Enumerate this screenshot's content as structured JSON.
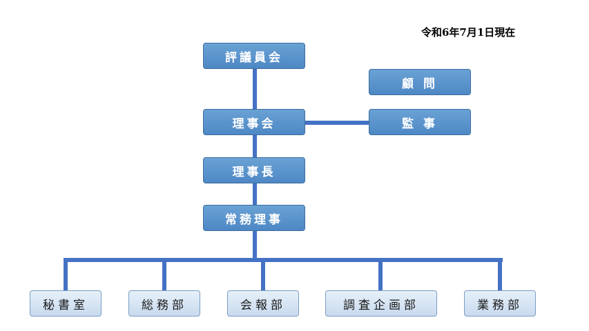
{
  "date_note": "令和6年7月1日現在",
  "nodes": {
    "council": "評議員会",
    "advisor": "顧 問",
    "board": "理事会",
    "auditor": "監 事",
    "chairman": "理事長",
    "executive": "常務理事",
    "secretariat": "秘書室",
    "general_affairs": "総務部",
    "bulletin": "会報部",
    "research_planning": "調査企画部",
    "operations": "業務部"
  },
  "colors": {
    "box_primary": "#5b95cd",
    "box_light": "#d7e5f4",
    "connector": "#4472c4"
  }
}
